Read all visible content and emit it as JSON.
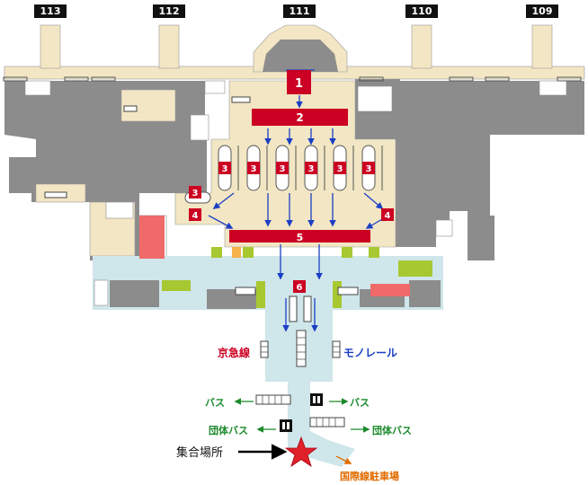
{
  "gates": [
    {
      "label": "113"
    },
    {
      "label": "112"
    },
    {
      "label": "111"
    },
    {
      "label": "110"
    },
    {
      "label": "109"
    }
  ],
  "steps": [
    "1",
    "2",
    "3",
    "3",
    "3",
    "3",
    "3",
    "3",
    "3",
    "4",
    "4",
    "5",
    "6"
  ],
  "lines": {
    "keikyu": "京急線",
    "monorail": "モノレール"
  },
  "bus": {
    "left": "バス",
    "right": "バス",
    "group_left": "団体バス",
    "group_right": "団体バス"
  },
  "meeting_point": "集合場所",
  "parking": "国際線駐車場",
  "colors": {
    "floor": "#8c8c8c",
    "concourse": "#f2e6c4",
    "walkway": "#cfe6ea",
    "marker": "#cc0022",
    "arrow": "#1b3fc4",
    "bus_arrow": "#1a8a2a",
    "line_text_keikyu": "#cc0022",
    "line_text_monorail": "#1b3fc4",
    "parking_text": "#e06b00",
    "green_block": "#a8c832",
    "pink_block": "#f06a6a"
  }
}
